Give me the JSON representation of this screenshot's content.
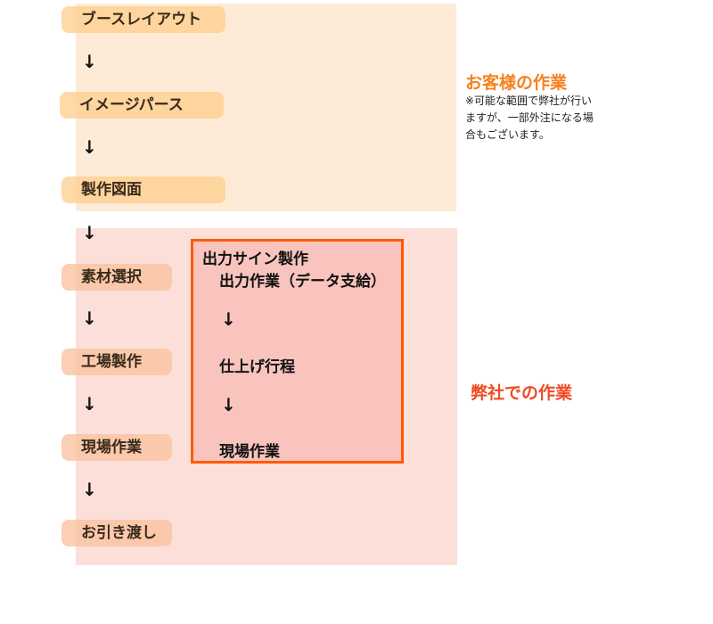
{
  "steps": [
    "ブースレイアウト",
    "イメージパース",
    "製作図面",
    "素材選択",
    "工場製作",
    "現場作業",
    "お引き渡し"
  ],
  "arrow": "↓",
  "customer": {
    "title": "お客様の作業",
    "note": "※可能な範囲で弊社が行いますが、一部外注になる場合もございます。"
  },
  "company": {
    "title": "弊社での作業"
  },
  "signbox": {
    "title": "出力サイン製作",
    "items": [
      "出力作業（データ支給）",
      "仕上げ行程",
      "現場作業"
    ]
  },
  "colors": {
    "customer": "#f5821f",
    "company": "#f04a24",
    "border": "#ff5a00"
  }
}
